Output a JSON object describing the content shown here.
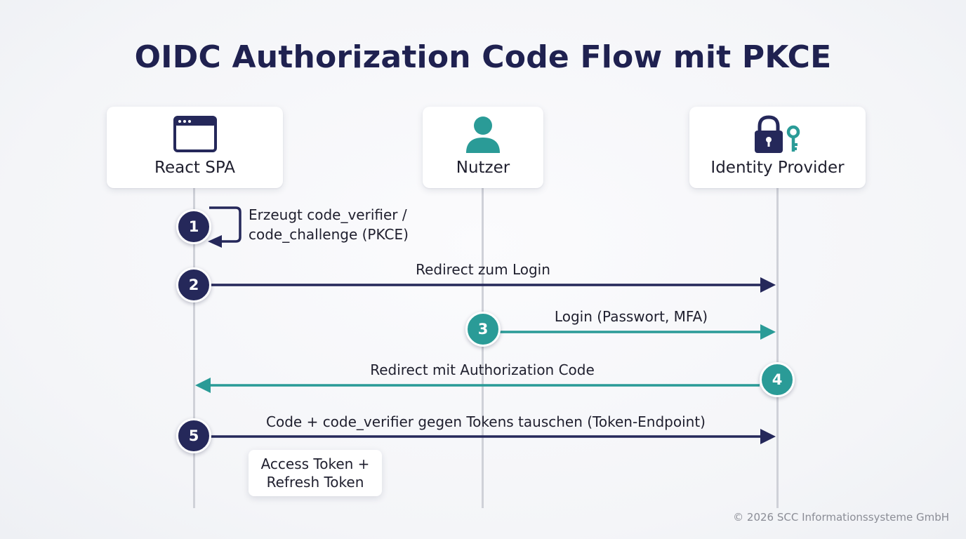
{
  "title": "OIDC Authorization Code Flow mit PKCE",
  "actors": [
    {
      "label": "React SPA",
      "icon": "browser-window-icon"
    },
    {
      "label": "Nutzer",
      "icon": "user-icon"
    },
    {
      "label": "Identity Provider",
      "icon": "lock-key-icon"
    }
  ],
  "steps": [
    {
      "number": "1",
      "label": "Erzeugt code_verifier / code_challenge (PKCE)",
      "from": "React SPA",
      "to": "React SPA",
      "color": "#25285a"
    },
    {
      "number": "2",
      "label": "Redirect zum Login",
      "from": "React SPA",
      "to": "Identity Provider",
      "color": "#25285a"
    },
    {
      "number": "3",
      "label": "Login (Passwort, MFA)",
      "from": "Nutzer",
      "to": "Identity Provider",
      "color": "#2a9b97"
    },
    {
      "number": "4",
      "label": "Redirect mit Authorization Code",
      "from": "Identity Provider",
      "to": "React SPA",
      "color": "#2a9b97"
    },
    {
      "number": "5",
      "label": "Code +  code_verifier gegen Tokens tauschen (Token-Endpoint)",
      "from": "React SPA",
      "to": "Identity Provider",
      "color": "#25285a"
    }
  ],
  "result_box": {
    "line1": "Access Token +",
    "line2": "Refresh Token"
  },
  "copyright": "© 2026 SCC Informationssysteme GmbH",
  "colors": {
    "navy": "#25285a",
    "teal": "#2a9b97",
    "lifeline": "#cfd1d8"
  }
}
